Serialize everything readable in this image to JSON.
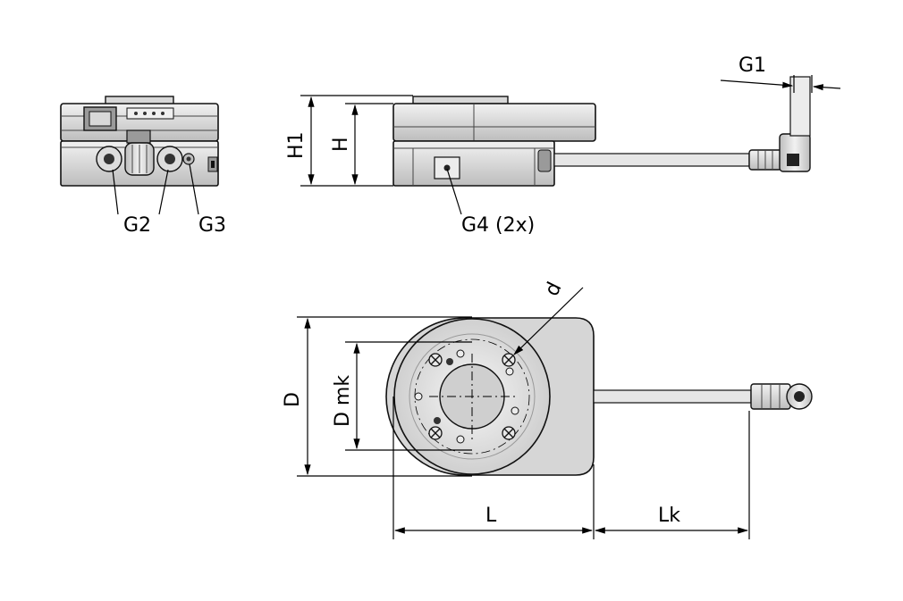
{
  "labels": {
    "g1": "G1",
    "g2": "G2",
    "g3": "G3",
    "g4": "G4 (2x)",
    "h1": "H1",
    "h": "H",
    "d_small": "d",
    "d_outer": "D",
    "d_mk": "D mk",
    "l": "L",
    "lk": "Lk"
  },
  "colors": {
    "body_light": "#e4e4e4",
    "body_mid": "#cfcfcf",
    "body_dark": "#9a9a9a",
    "line": "#000000"
  }
}
